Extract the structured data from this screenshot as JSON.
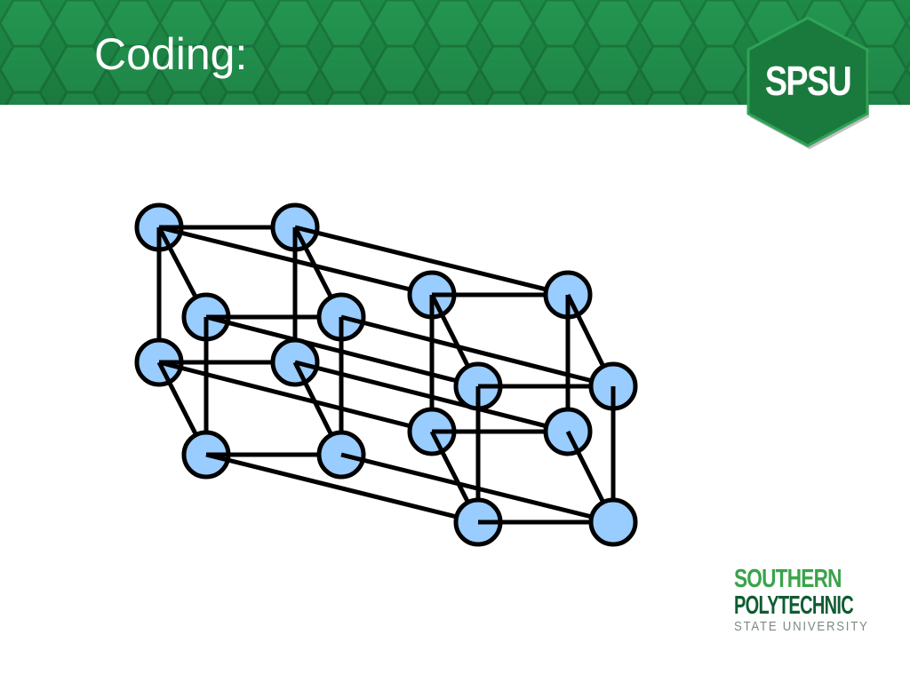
{
  "slide": {
    "title": "Coding:"
  },
  "badge": {
    "text": "SPSU"
  },
  "logo": {
    "line1": "SOUTHERN",
    "line2": "POLYTECHNIC",
    "line3": "STATE UNIVERSITY"
  },
  "colors": {
    "header_green": "#1e8a47",
    "badge_green": "#1a7a3e",
    "node_fill": "#99ccff",
    "edge": "#000000"
  },
  "diagram": {
    "node_count": 16,
    "edge_count": 32
  }
}
